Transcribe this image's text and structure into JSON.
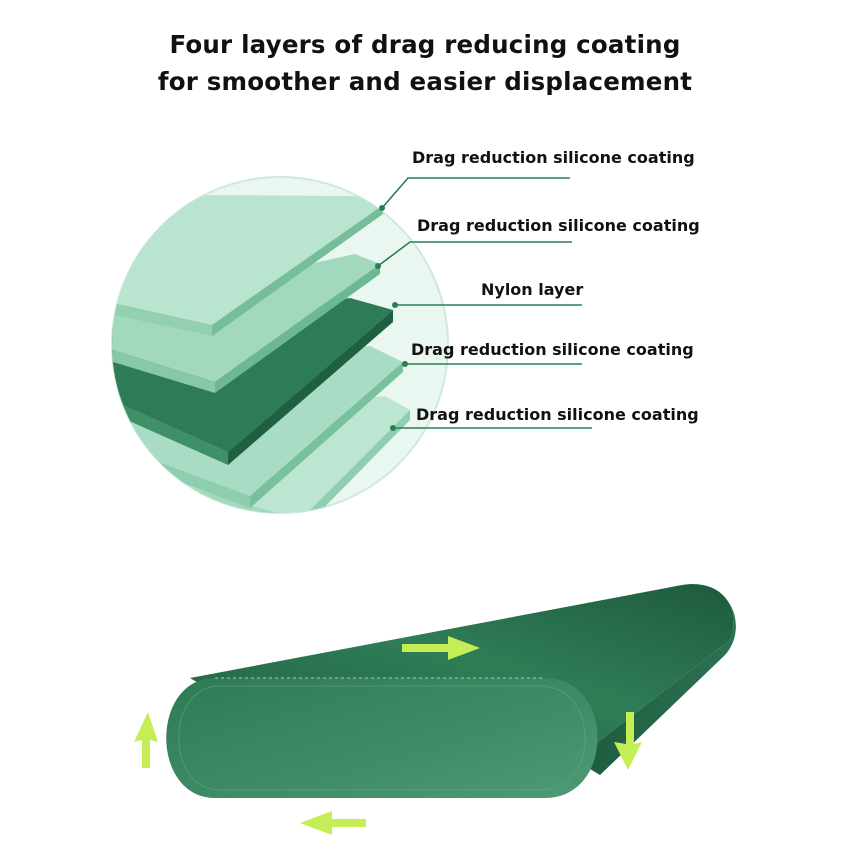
{
  "headline": {
    "line1": "Four layers of drag reducing coating",
    "line2": "for smoother and easier displacement"
  },
  "layers": [
    "Drag reduction silicone coating",
    "Drag reduction silicone coating",
    "Nylon layer",
    "Drag reduction silicone coating",
    "Drag reduction silicone coating"
  ],
  "colors": {
    "dark_green": "#2f7a58",
    "mid_green": "#5aa983",
    "light_green": "#a8dcc3",
    "pale_green": "#d6efe3",
    "arrow_lime": "#c5ee56",
    "leader_line": "#2a7e56"
  },
  "icons": [
    "arrow-right-icon",
    "arrow-left-icon",
    "arrow-up-icon",
    "arrow-down-icon"
  ]
}
